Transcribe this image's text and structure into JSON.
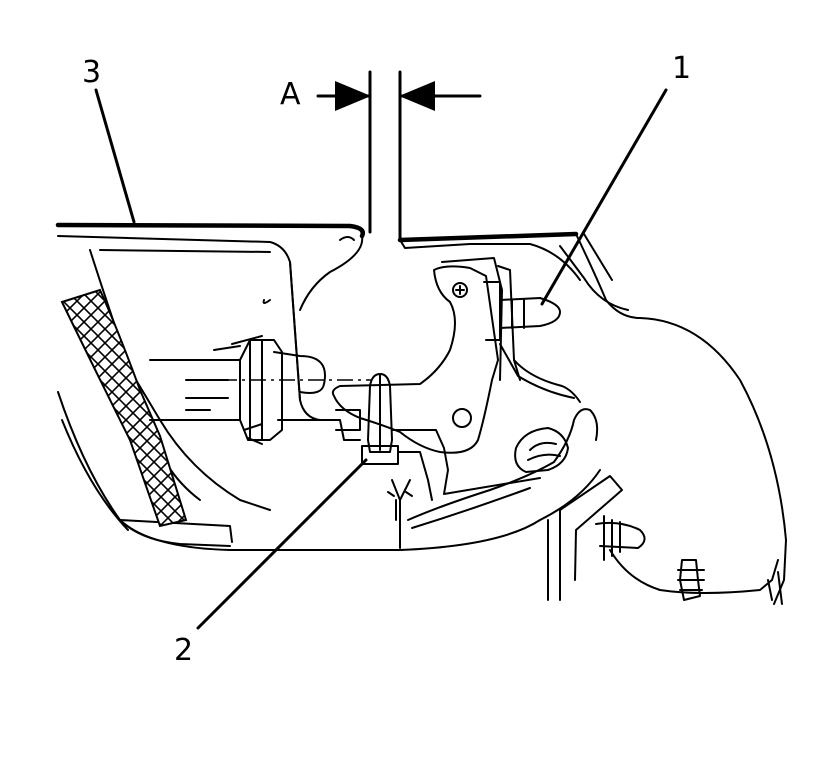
{
  "diagram": {
    "callouts": [
      {
        "id": "1",
        "label": "1"
      },
      {
        "id": "2",
        "label": "2"
      },
      {
        "id": "3",
        "label": "3"
      },
      {
        "id": "A",
        "label": "A"
      }
    ],
    "colors": {
      "ink": "#000000",
      "paper": "#ffffff"
    }
  }
}
